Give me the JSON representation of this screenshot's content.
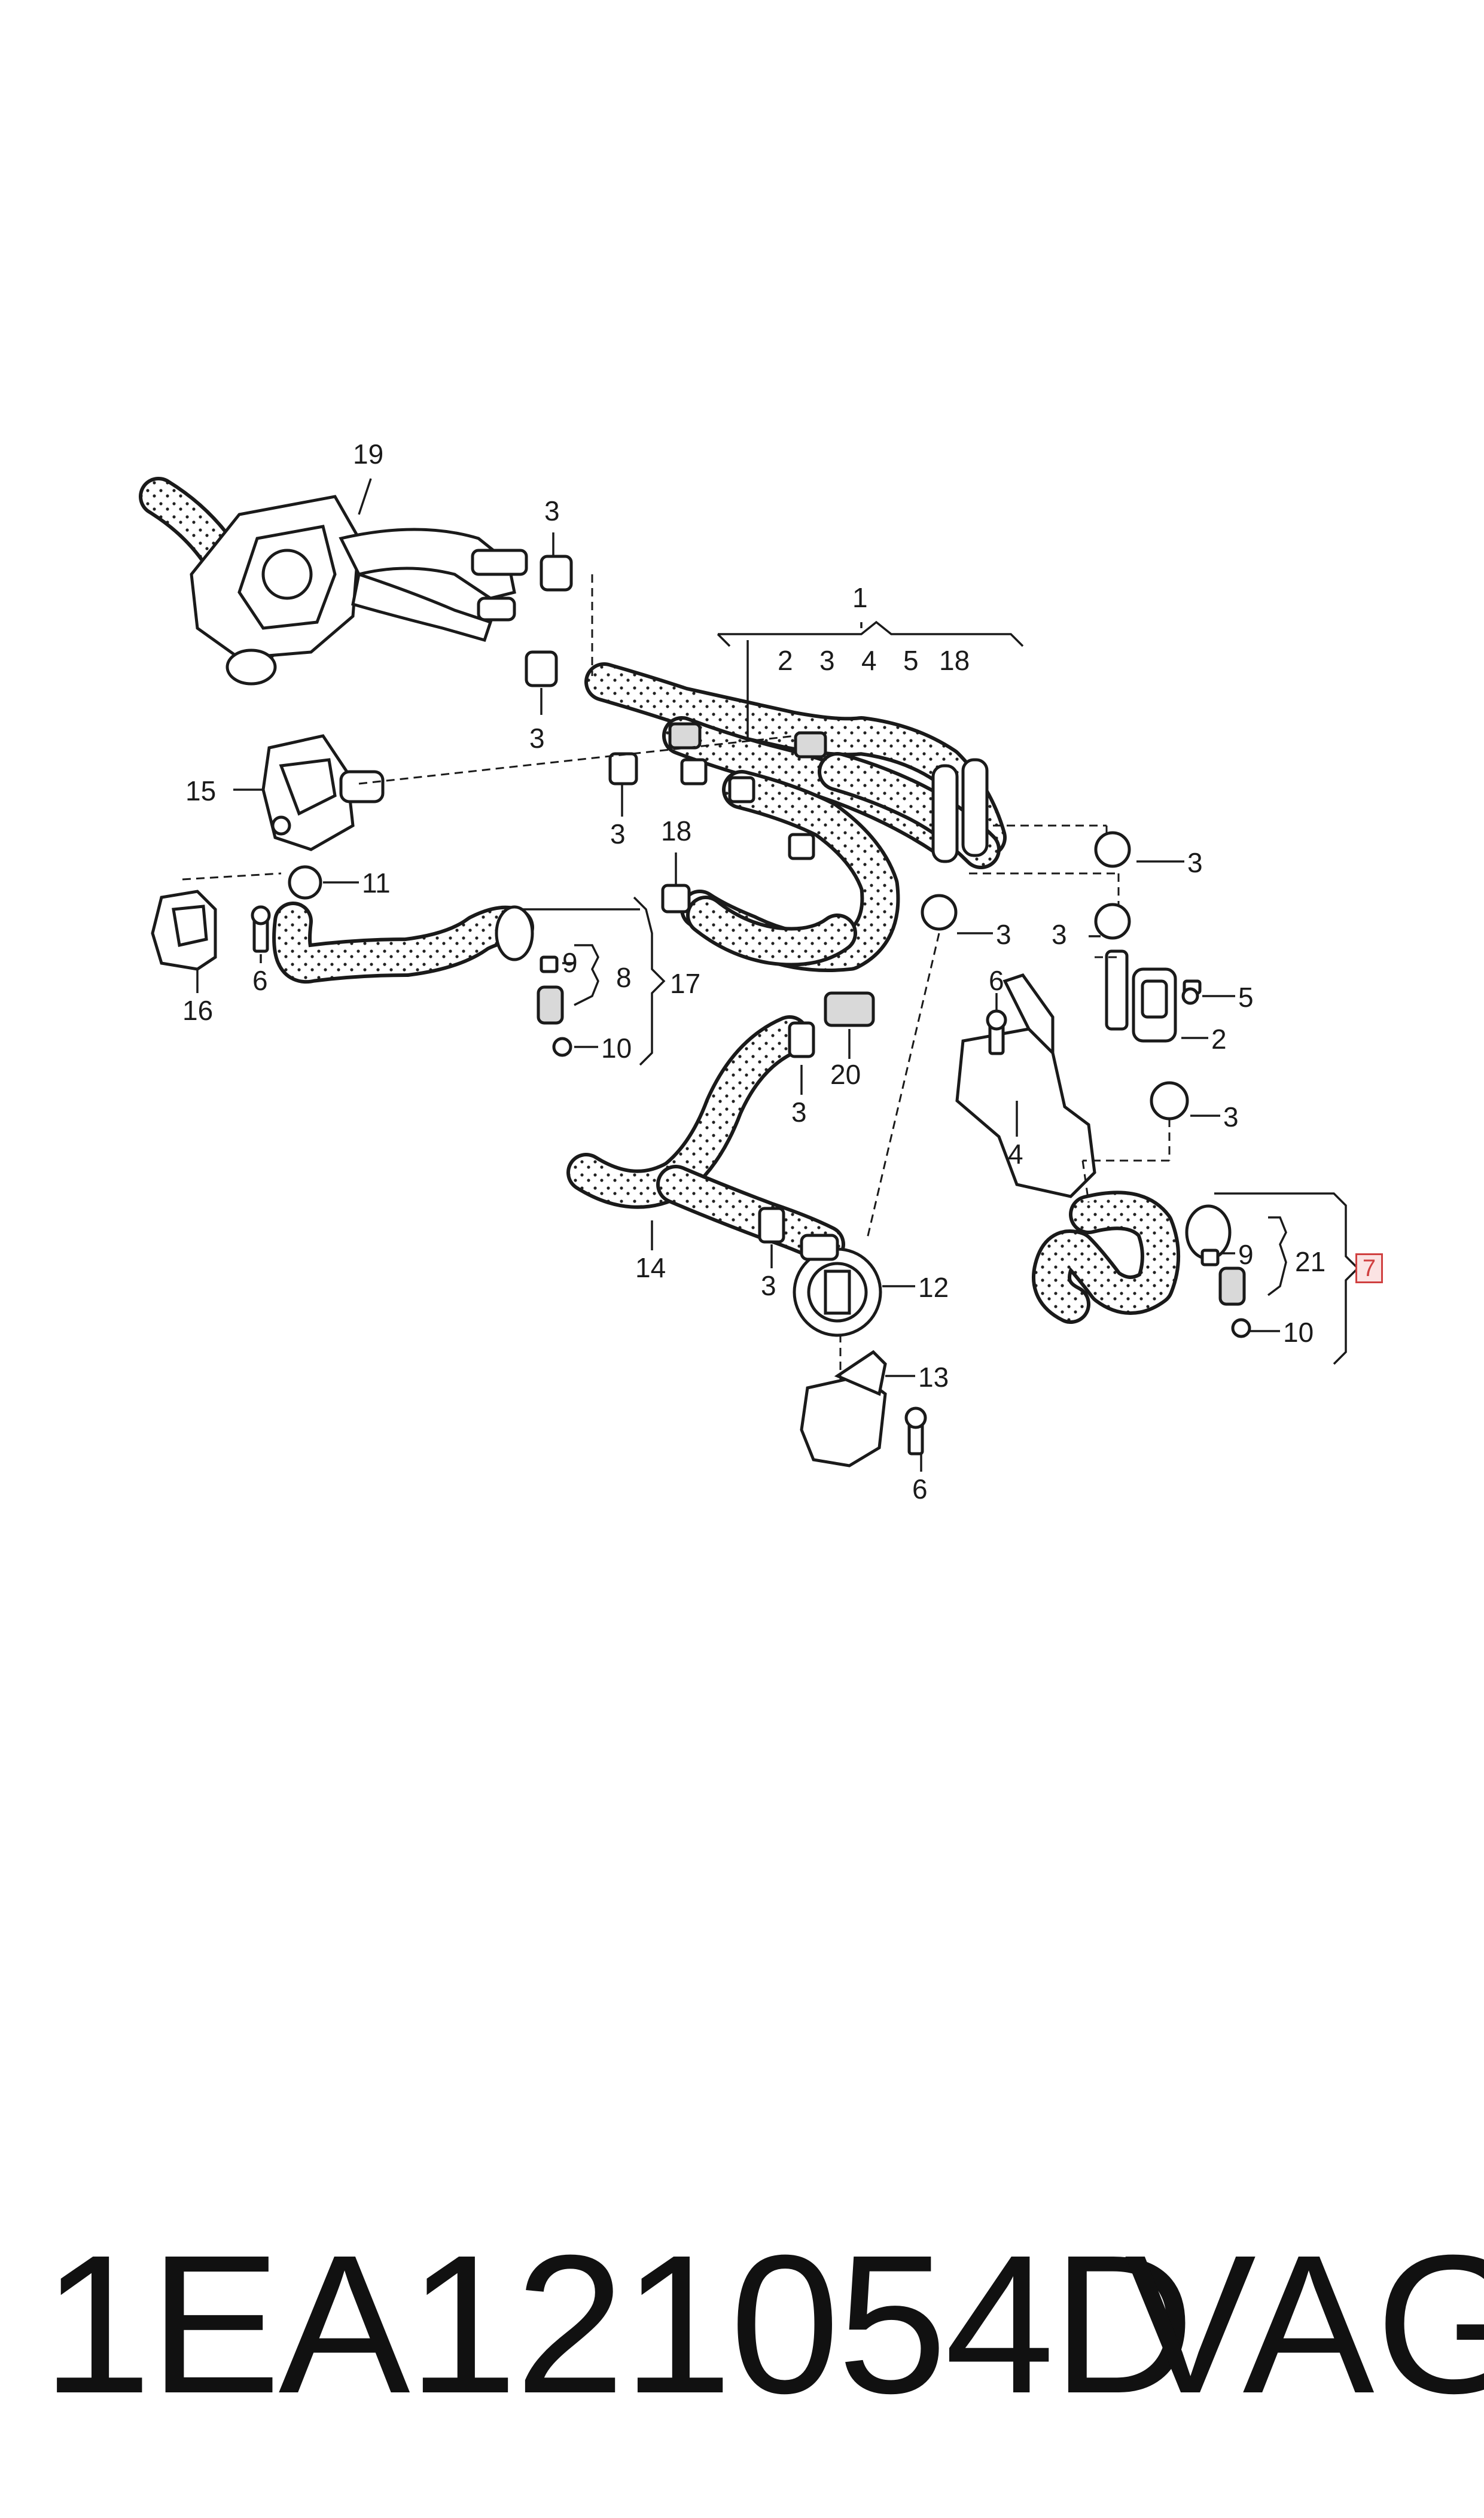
{
  "diagram": {
    "labels": {
      "l19": "19",
      "l3a": "3",
      "l3b": "3",
      "l1": "1",
      "l1sub": [
        "2",
        "3",
        "4",
        "5",
        "18"
      ],
      "l15": "15",
      "l3c": "3",
      "l18": "18",
      "l11": "11",
      "l16": "16",
      "l6a": "6",
      "l9a": "9",
      "l8": "8",
      "l17": "17",
      "l10a": "10",
      "l3d": "3",
      "l3e": "3",
      "l3f": "3",
      "l5": "5",
      "l6b": "6",
      "l2": "2",
      "l4": "4",
      "l3g": "3",
      "l20": "20",
      "l3h": "3",
      "l14": "14",
      "l3i": "3",
      "l12": "12",
      "l13": "13",
      "l6c": "6",
      "l9b": "9",
      "l21": "21",
      "l10b": "10"
    },
    "ref_box": "7"
  },
  "footer": {
    "part_number": "1EA121054D",
    "brand": "VAG"
  }
}
